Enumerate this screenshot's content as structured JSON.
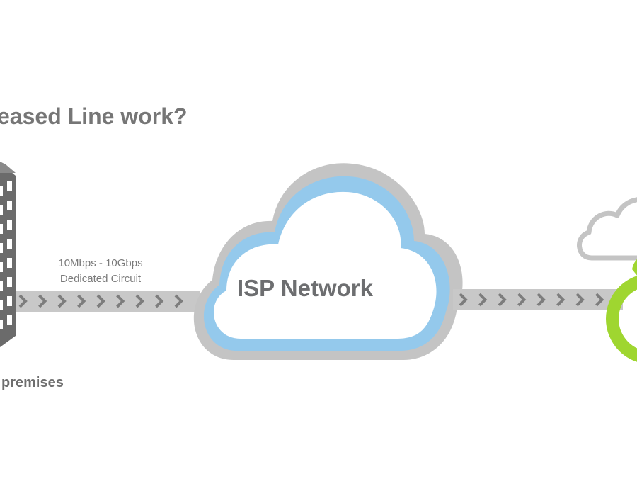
{
  "diagram": {
    "title": "eased Line work?",
    "premises_label": "premises",
    "link_speed": "10Mbps - 10Gbps",
    "link_type": "Dedicated Circuit",
    "cloud_label": "ISP Network",
    "colors": {
      "text_gray": "#767676",
      "pipe_gray": "#c8c8c8",
      "chevron_gray": "#7d7d7d",
      "building_gray": "#6b6b6b",
      "cloud_outer": "#c4c4c4",
      "cloud_inner": "#94c9ec",
      "accent_green": "#9fd630"
    }
  }
}
